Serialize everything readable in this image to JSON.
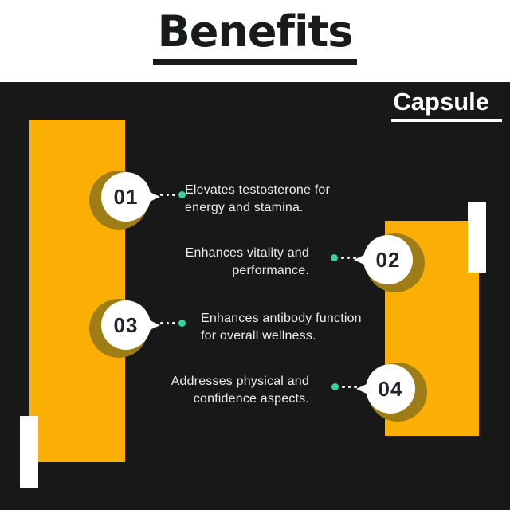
{
  "header": {
    "title": "Benefits"
  },
  "stage": {
    "product_label": "Capsule"
  },
  "benefits": [
    {
      "number": "01",
      "text": "Elevates testosterone for\nenergy and stamina."
    },
    {
      "number": "02",
      "text": "Enhances vitality and\nperformance."
    },
    {
      "number": "03",
      "text": "Enhances antibody function\nfor overall wellness."
    },
    {
      "number": "04",
      "text": "Addresses physical and\nconfidence aspects."
    }
  ],
  "colors": {
    "background_dark": "#181818",
    "accent_yellow": "#FBAE03",
    "ring_olive": "#9F7D16",
    "teal_dot": "#35D399",
    "body_text": "#EDEDED",
    "title_ink": "#191A1C"
  }
}
